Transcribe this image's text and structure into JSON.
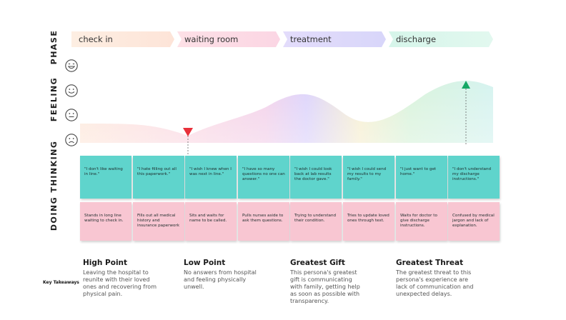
{
  "rows": {
    "phase": "PHASE",
    "feeling": "FEELING",
    "thinking": "THINKING",
    "doing": "DOING"
  },
  "phases": [
    "check in",
    "waiting room",
    "treatment",
    "discharge"
  ],
  "feeling_faces": [
    "laughing-face-icon",
    "smiling-face-icon",
    "neutral-face-icon",
    "sad-face-icon"
  ],
  "markers": {
    "low_point": "red-down-triangle-icon",
    "high_point": "green-up-triangle-icon"
  },
  "thinking": [
    "\"I don't like waiting in line.\"",
    "\"I hate filling out all this paperwork.\"",
    "\"I wish I knew when I was next in line.\"",
    "\"I have so many questions no one can answer.\"",
    "\"I wish I could look back at lab results the doctor gave.\"",
    "\"I wish I could send my results to my family.\"",
    "\"I just want to get home.\"",
    "\"I don't understand my discharge instructions.\""
  ],
  "doing": [
    "Stands in long line waiting to check in.",
    "Fills out all medical history and insurance paperwork",
    "Sits and waits for name to be called.",
    "Pulls nurses aside to ask them questions.",
    "Trying to understand their condition.",
    "Tries to update loved ones through text.",
    "Waits for doctor to give discharge instructions.",
    "Confused by medical jargon and lack of explanation."
  ],
  "key_takeaways": {
    "label": "Key Takeaways",
    "items": [
      {
        "title": "High Point",
        "text": "Leaving the hospital to reunite with their loved ones and recovering from physical pain."
      },
      {
        "title": "Low Point",
        "text": "No answers from hospital and feeling physically unwell."
      },
      {
        "title": "Greatest Gift",
        "text": "This persona's greatest gift is communicating with family, getting help as soon as possible with transparency."
      },
      {
        "title": "Greatest Threat",
        "text": "The greatest threat to this persona's experience are lack of communication and unexpected delays."
      }
    ]
  },
  "colors": {
    "check_in": "#fde9dc",
    "waiting_room": "#fbdbe5",
    "treatment": "#ddd9fb",
    "discharge": "#d8f5ea",
    "thinking_note": "#5fd4cc",
    "doing_note": "#f8c6d2",
    "low_marker": "#e8303a",
    "high_marker": "#16a866"
  }
}
